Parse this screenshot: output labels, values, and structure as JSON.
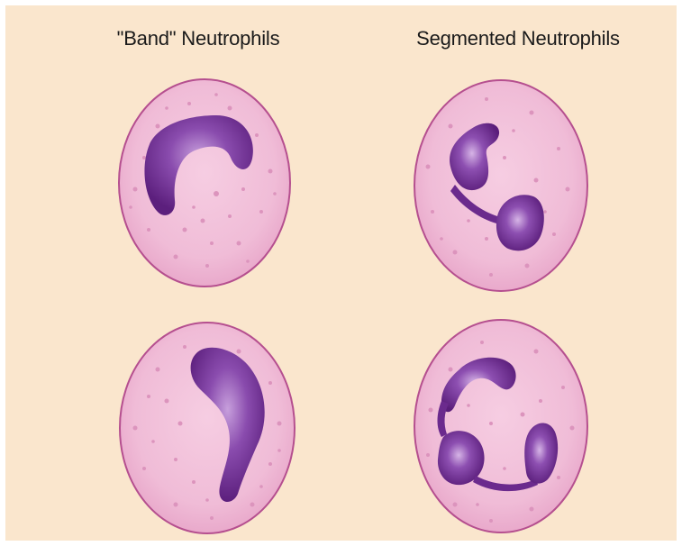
{
  "headings": {
    "band": "\"Band\" Neutrophils",
    "segmented": "Segmented Neutrophils"
  },
  "colors": {
    "background": "#fae6cd",
    "cytoplasm": "#f0bcd7",
    "cell_border": "#b54f8f",
    "granule": "#dc94bd",
    "nucleus_dark": "#5c1f7d",
    "nucleus_light": "#c79fdc"
  },
  "cells": [
    {
      "name": "band-neutrophil-1",
      "nucleus": "band"
    },
    {
      "name": "segmented-neutrophil-1",
      "nucleus": "two lobes"
    },
    {
      "name": "band-neutrophil-2",
      "nucleus": "band"
    },
    {
      "name": "segmented-neutrophil-2",
      "nucleus": "three lobes"
    }
  ]
}
